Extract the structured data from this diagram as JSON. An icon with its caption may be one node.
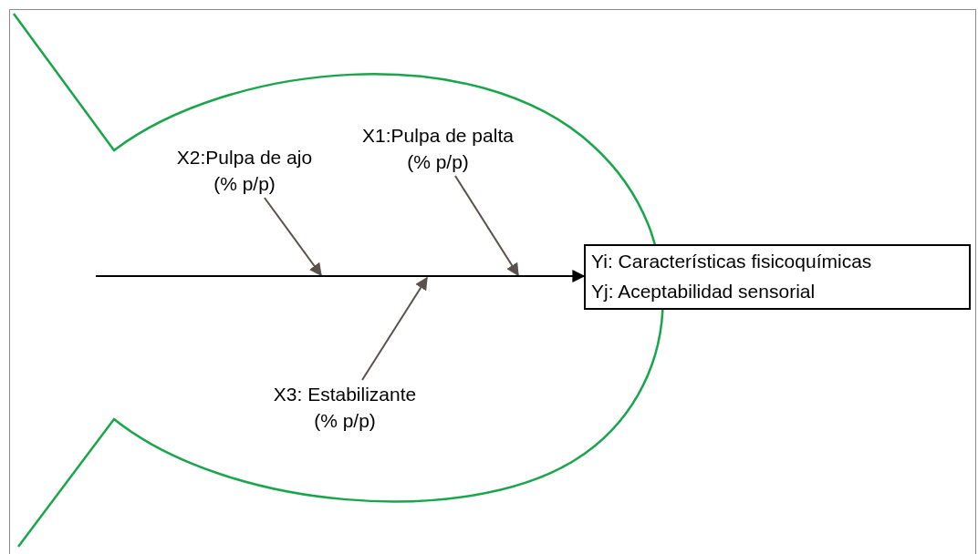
{
  "diagram": {
    "nodes": [
      {
        "text": [
          "X1:Pulpa de palta (% p/p)"
        ]
      },
      {
        "text": [
          "X2:Pulpa de ajo (% p/p)"
        ]
      },
      {
        "text": [
          "X3: Estabilizante (% p/p)"
        ]
      },
      {
        "text": [
          "Yi: Características fisicoquímicas",
          "Yj: Aceptabilidad sensorial"
        ]
      }
    ],
    "edges": [
      {
        "from": 0,
        "to": null,
        "arrow": "to"
      },
      {
        "from": 1,
        "to": null,
        "arrow": "to"
      },
      {
        "from": 2,
        "to": null,
        "arrow": "to"
      },
      {
        "from": null,
        "to": 3,
        "arrow": "to",
        "color": "#000000"
      }
    ]
  }
}
